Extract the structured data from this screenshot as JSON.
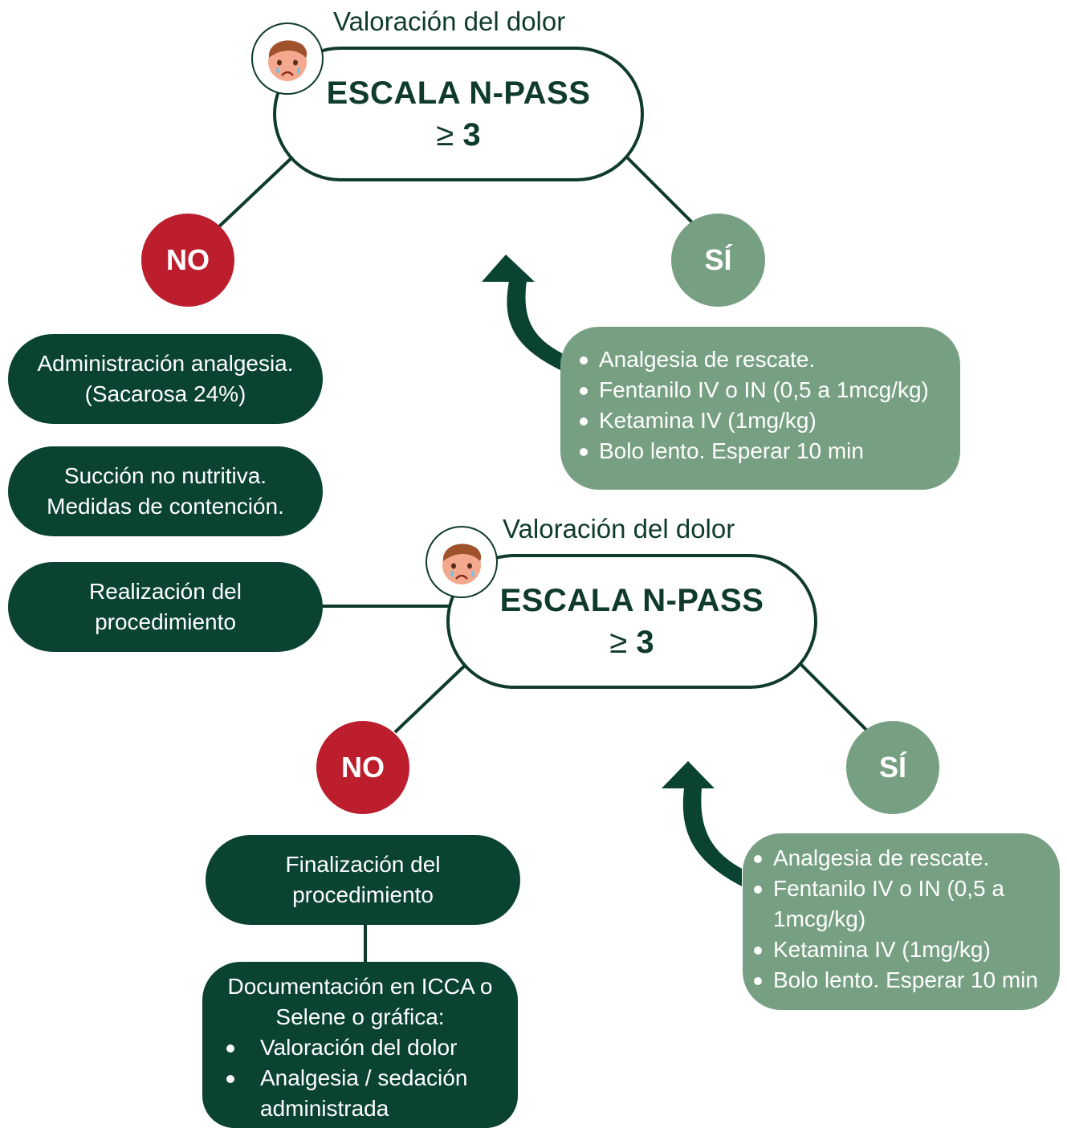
{
  "colors": {
    "dark_green": "#0a4331",
    "outline": "#0f3b2c",
    "red": "#bd1e2d",
    "sage": "#77a083"
  },
  "top": {
    "title": "Valoración del dolor",
    "scale_label": "ESCALA N-PASS",
    "scale_symbol": "≥",
    "scale_number": "3",
    "no_label": "NO",
    "si_label": "SÍ",
    "no_steps": [
      {
        "line1": "Administración analgesia.",
        "line2": "(Sacarosa 24%)"
      },
      {
        "line1": "Succión no nutritiva.",
        "line2": "Medidas de contención."
      },
      {
        "line1": "Realización del",
        "line2": "procedimiento"
      }
    ],
    "rescue_items": [
      "Analgesia de rescate.",
      "Fentanilo IV o IN (0,5 a 1mcg/kg)",
      "Ketamina IV (1mg/kg)",
      "Bolo lento. Esperar 10 min"
    ]
  },
  "bottom": {
    "title": "Valoración del dolor",
    "scale_label": "ESCALA N-PASS",
    "scale_symbol": "≥",
    "scale_number": "3",
    "no_label": "NO",
    "si_label": "SÍ",
    "final_step": {
      "line1": "Finalización del",
      "line2": "procedimiento"
    },
    "documentation": {
      "line1": "Documentación en ICCA o",
      "line2": "Selene o gráfica:",
      "items": [
        "Valoración del dolor",
        "Analgesia / sedación administrada"
      ]
    },
    "rescue_items": [
      "Analgesia de rescate.",
      "Fentanilo IV o IN (0,5 a 1mcg/kg)",
      "Ketamina IV (1mg/kg)",
      "Bolo lento. Esperar 10 min"
    ]
  },
  "icons": {
    "face": "crying-baby-face-icon",
    "arrow": "curved-up-arrow-icon"
  }
}
